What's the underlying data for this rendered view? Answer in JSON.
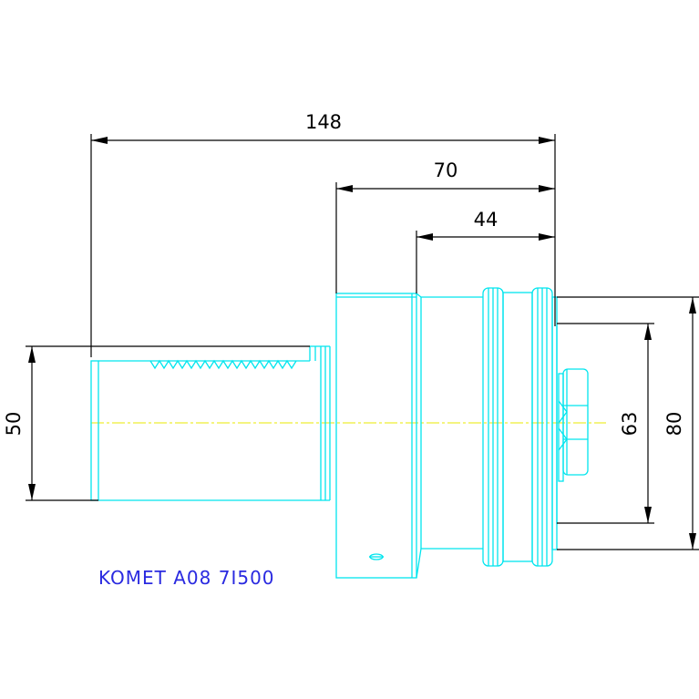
{
  "drawing": {
    "label": "KOMET A08 7I500",
    "colors": {
      "part_outline": "#00e5ee",
      "dimension_lines": "#000000",
      "centerline": "#e8e800",
      "label": "#2a2ae0"
    },
    "dimensions": {
      "total_length": "148",
      "collar_length": "70",
      "shank_length": "44",
      "diameter_small": "50",
      "diameter_inner": "63",
      "diameter_outer": "80"
    }
  }
}
